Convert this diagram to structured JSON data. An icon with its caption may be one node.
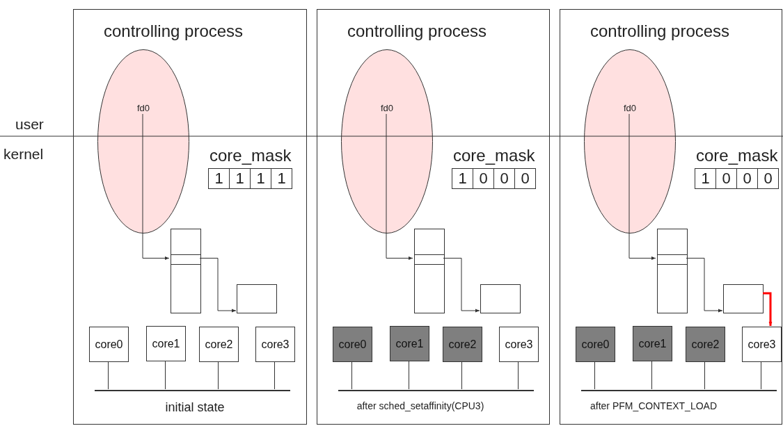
{
  "diagram": {
    "nodes": [
      {
        "text": [
          "initial state"
        ]
      },
      {
        "text": [
          "controlling process",
          "fd0"
        ],
        "in": 0
      },
      {
        "text": [
          "core_mask"
        ],
        "in": 0
      },
      {
        "text": [
          "1"
        ],
        "in": 2
      },
      {
        "text": [
          "1"
        ],
        "in": 2
      },
      {
        "text": [
          "1"
        ],
        "in": 2
      },
      {
        "text": [
          "1"
        ],
        "in": 2
      },
      {
        "text": [],
        "shape": "box",
        "in": 0
      },
      {
        "text": [],
        "shape": "box",
        "in": 7
      },
      {
        "text": [],
        "shape": "box",
        "in": 0
      },
      {
        "text": [
          "core0"
        ],
        "in": 0
      },
      {
        "text": [
          "core1"
        ],
        "in": 0
      },
      {
        "text": [
          "core2"
        ],
        "in": 0
      },
      {
        "text": [
          "core3"
        ],
        "in": 0
      },
      {
        "text": [],
        "shape": "bar",
        "in": 0
      },
      {
        "text": [
          "after sched_setaffinity(CPU3)"
        ]
      },
      {
        "text": [
          "controlling process",
          "fd0"
        ],
        "in": 15
      },
      {
        "text": [
          "core_mask"
        ],
        "in": 15
      },
      {
        "text": [
          "1"
        ],
        "in": 17
      },
      {
        "text": [
          "0"
        ],
        "in": 17
      },
      {
        "text": [
          "0"
        ],
        "in": 17
      },
      {
        "text": [
          "0"
        ],
        "in": 17
      },
      {
        "text": [],
        "shape": "box",
        "in": 15
      },
      {
        "text": [],
        "shape": "box",
        "in": 22
      },
      {
        "text": [],
        "shape": "box",
        "in": 15
      },
      {
        "text": [
          "core0"
        ],
        "in": 15
      },
      {
        "text": [
          "core1"
        ],
        "in": 15
      },
      {
        "text": [
          "core2"
        ],
        "in": 15
      },
      {
        "text": [
          "core3"
        ],
        "in": 15
      },
      {
        "text": [],
        "shape": "bar",
        "in": 15
      },
      {
        "text": [
          "after PFM_CONTEXT_LOAD"
        ]
      },
      {
        "text": [
          "controlling process",
          "fd0"
        ],
        "in": 30
      },
      {
        "text": [
          "core_mask"
        ],
        "in": 30
      },
      {
        "text": [
          "1"
        ],
        "in": 32
      },
      {
        "text": [
          "0"
        ],
        "in": 32
      },
      {
        "text": [
          "0"
        ],
        "in": 32
      },
      {
        "text": [
          "0"
        ],
        "in": 32
      },
      {
        "text": [],
        "shape": "box",
        "in": 30
      },
      {
        "text": [],
        "shape": "box",
        "in": 37
      },
      {
        "text": [],
        "shape": "box",
        "in": 30
      },
      {
        "text": [
          "core0"
        ],
        "in": 30
      },
      {
        "text": [
          "core1"
        ],
        "in": 30
      },
      {
        "text": [
          "core2"
        ],
        "in": 30
      },
      {
        "text": [
          "core3"
        ],
        "in": 30
      },
      {
        "text": [],
        "shape": "bar",
        "in": 30
      }
    ],
    "edges": [
      {
        "from": 1,
        "to": 8,
        "arrow": "to"
      },
      {
        "from": 8,
        "to": 9,
        "arrow": "to"
      },
      {
        "from": 10,
        "to": 14,
        "arrow": "none"
      },
      {
        "from": 11,
        "to": 14,
        "arrow": "none"
      },
      {
        "from": 12,
        "to": 14,
        "arrow": "none"
      },
      {
        "from": 13,
        "to": 14,
        "arrow": "none"
      },
      {
        "from": 16,
        "to": 23,
        "arrow": "to"
      },
      {
        "from": 23,
        "to": 24,
        "arrow": "to"
      },
      {
        "from": 25,
        "to": 29,
        "arrow": "none"
      },
      {
        "from": 26,
        "to": 29,
        "arrow": "none"
      },
      {
        "from": 27,
        "to": 29,
        "arrow": "none"
      },
      {
        "from": 28,
        "to": 29,
        "arrow": "none"
      },
      {
        "from": 31,
        "to": 38,
        "arrow": "to"
      },
      {
        "from": 38,
        "to": 39,
        "arrow": "to"
      },
      {
        "from": 40,
        "to": 44,
        "arrow": "none"
      },
      {
        "from": 41,
        "to": 44,
        "arrow": "none"
      },
      {
        "from": 42,
        "to": 44,
        "arrow": "none"
      },
      {
        "from": 43,
        "to": 44,
        "arrow": "none"
      },
      {
        "from": 39,
        "to": 43,
        "arrow": "to",
        "style": "thick",
        "color": "#ff0000"
      }
    ],
    "labels": [
      "user",
      "kernel"
    ]
  }
}
